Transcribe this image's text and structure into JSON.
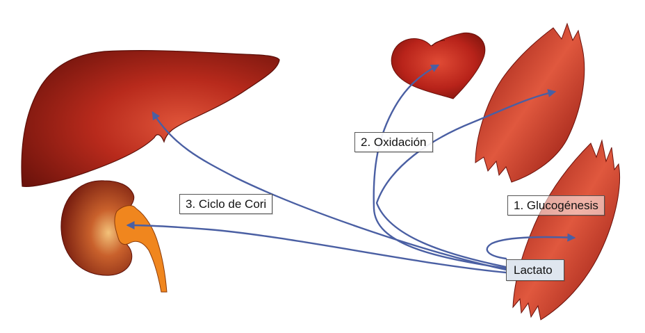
{
  "labels": {
    "glucogenesis": "1. Glucogénesis",
    "oxidation": "2. Oxidación",
    "cori_cycle": "3. Ciclo de Cori",
    "lactate": "Lactato"
  },
  "colors": {
    "arrow": "#4a5fa3",
    "organ_red": "#b8261c",
    "organ_dark": "#6d130c",
    "kidney_pelvis": "#f0861e",
    "label_border": "#555555",
    "lactate_box": "#dfe6ef"
  },
  "organs": [
    "liver",
    "kidney",
    "heart",
    "skeletal-muscle-upper",
    "skeletal-muscle-lower"
  ]
}
